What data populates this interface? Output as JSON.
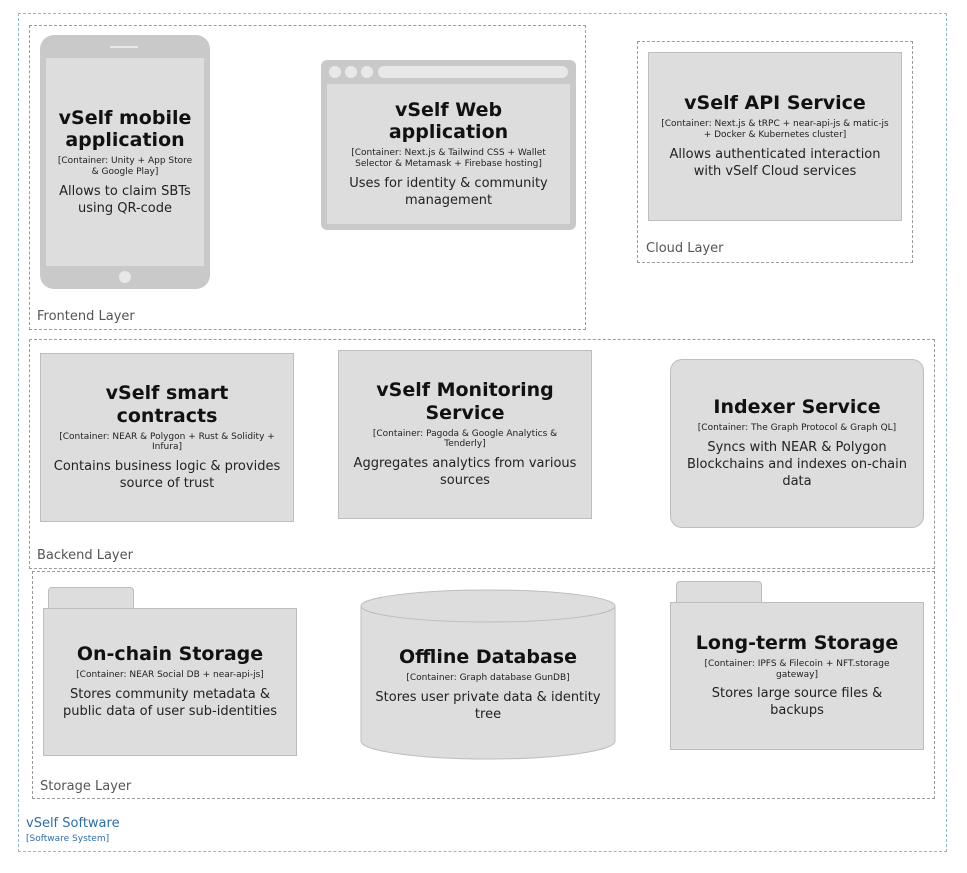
{
  "system": {
    "name": "vSelf Software",
    "type": "[Software System]"
  },
  "layers": {
    "frontend": "Frontend Layer",
    "cloud": "Cloud Layer",
    "backend": "Backend Layer",
    "storage": "Storage Layer"
  },
  "containers": {
    "mobile": {
      "title": "vSelf mobile application",
      "tech": "[Container: Unity + App Store & Google Play]",
      "desc": "Allows to claim SBTs using QR-code"
    },
    "web": {
      "title": "vSelf Web application",
      "tech": "[Container: Next.js & Tailwind CSS + Wallet Selector & Metamask + Firebase hosting]",
      "desc": "Uses for identity & community management"
    },
    "api": {
      "title": "vSelf API Service",
      "tech": "[Container: Next.js & tRPC + near-api-js & matic-js + Docker & Kubernetes cluster]",
      "desc": "Allows authenticated interaction with vSelf Cloud services"
    },
    "contracts": {
      "title": "vSelf smart contracts",
      "tech": "[Container: NEAR & Polygon + Rust & Solidity + Infura]",
      "desc": "Contains business logic & provides source of trust"
    },
    "monitoring": {
      "title": "vSelf Monitoring Service",
      "tech": "[Container: Pagoda & Google Analytics & Tenderly]",
      "desc": "Aggregates analytics from various sources"
    },
    "indexer": {
      "title": "Indexer Service",
      "tech": "[Container: The Graph Protocol & Graph QL]",
      "desc": "Syncs with NEAR & Polygon Blockchains and indexes on-chain data"
    },
    "onchain": {
      "title": "On-chain Storage",
      "tech": "[Container: NEAR Social DB + near-api-js]",
      "desc": "Stores community metadata & public data of user sub-identities"
    },
    "offline": {
      "title": "Offline Database",
      "tech": "[Container: Graph database GunDB]",
      "desc": "Stores user private data & identity tree"
    },
    "longterm": {
      "title": "Long-term Storage",
      "tech": "[Container: IPFS & Filecoin + NFT.storage gateway]",
      "desc": "Stores large source files & backups"
    }
  }
}
